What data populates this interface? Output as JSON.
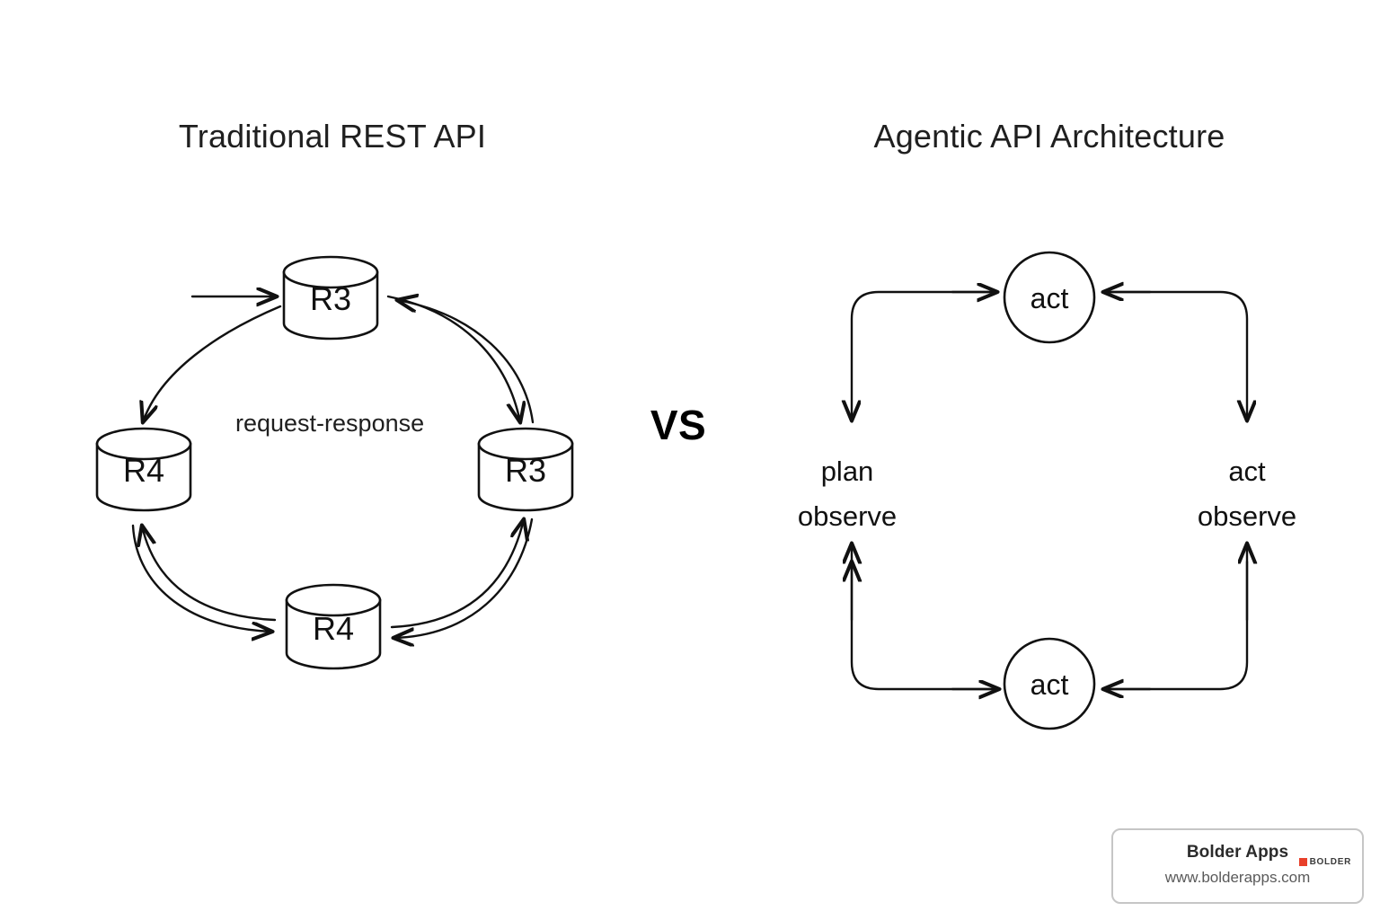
{
  "panels": {
    "left": {
      "title": "Traditional REST API",
      "edge_label": "request-response",
      "nodes": [
        {
          "id": "top",
          "label": "R3",
          "shape": "cylinder"
        },
        {
          "id": "left",
          "label": "R4",
          "shape": "cylinder"
        },
        {
          "id": "right",
          "label": "R3",
          "shape": "cylinder"
        },
        {
          "id": "bottom",
          "label": "R4",
          "shape": "cylinder"
        }
      ]
    },
    "right": {
      "title": "Agentic API Architecture",
      "nodes": [
        {
          "id": "top-circle",
          "label": "act",
          "shape": "circle"
        },
        {
          "id": "bottom-circle",
          "label": "act",
          "shape": "circle"
        }
      ],
      "side_labels": [
        {
          "id": "left-side",
          "line1": "plan",
          "line2": "observe"
        },
        {
          "id": "right-side",
          "line1": "act",
          "line2": "observe"
        }
      ]
    }
  },
  "divider": {
    "vs_label": "VS"
  },
  "footer": {
    "brand": "Bolder Apps",
    "url": "www.bolderapps.com",
    "logo_word": "BOLDER",
    "logo_color": "#e8402a"
  },
  "colors": {
    "stroke": "#111111",
    "text": "#1a1a1a",
    "background": "#ffffff",
    "badge_border": "#c6c6c6"
  }
}
